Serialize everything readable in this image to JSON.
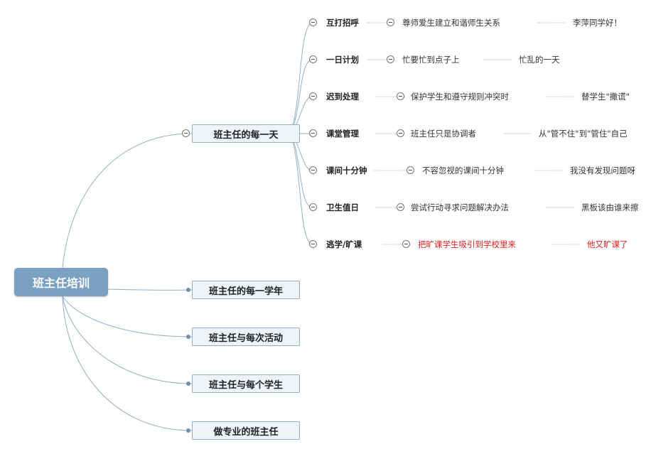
{
  "root": {
    "label": "班主任培训"
  },
  "branches": [
    {
      "label": "班主任的每一天",
      "expanded": true
    },
    {
      "label": "班主任的每一学年",
      "expanded": false
    },
    {
      "label": "班主任与每次活动",
      "expanded": false
    },
    {
      "label": "班主任与每个学生",
      "expanded": false
    },
    {
      "label": "做专业的班主任",
      "expanded": false
    }
  ],
  "day_topics": [
    {
      "label": "互打招呼",
      "detail": "尊师爱生建立和谐师生关系",
      "case": "李萍同学好！"
    },
    {
      "label": "一日计划",
      "detail": "忙要忙到点子上",
      "case": "忙乱的一天"
    },
    {
      "label": "迟到处理",
      "detail": "保护学生和遵守规则冲突时",
      "case": "替学生\"撒谎\""
    },
    {
      "label": "课堂管理",
      "detail": "班主任只是协调者",
      "case": "从\"管不住\"到\"管住\"自己"
    },
    {
      "label": "课间十分钟",
      "detail": "不容忽视的课间十分钟",
      "case": "我没有发现问题呀"
    },
    {
      "label": "卫生值日",
      "detail": "尝试行动寻求问题解决办法",
      "case": "黑板该由谁来擦"
    },
    {
      "label": "逃学/旷课",
      "detail": "把旷课学生吸引到学校里来",
      "case": "他又旷课了"
    }
  ],
  "colors": {
    "line": "#8fb0cb",
    "root_fill": "#7aa1c1",
    "highlight": "#e02020"
  }
}
